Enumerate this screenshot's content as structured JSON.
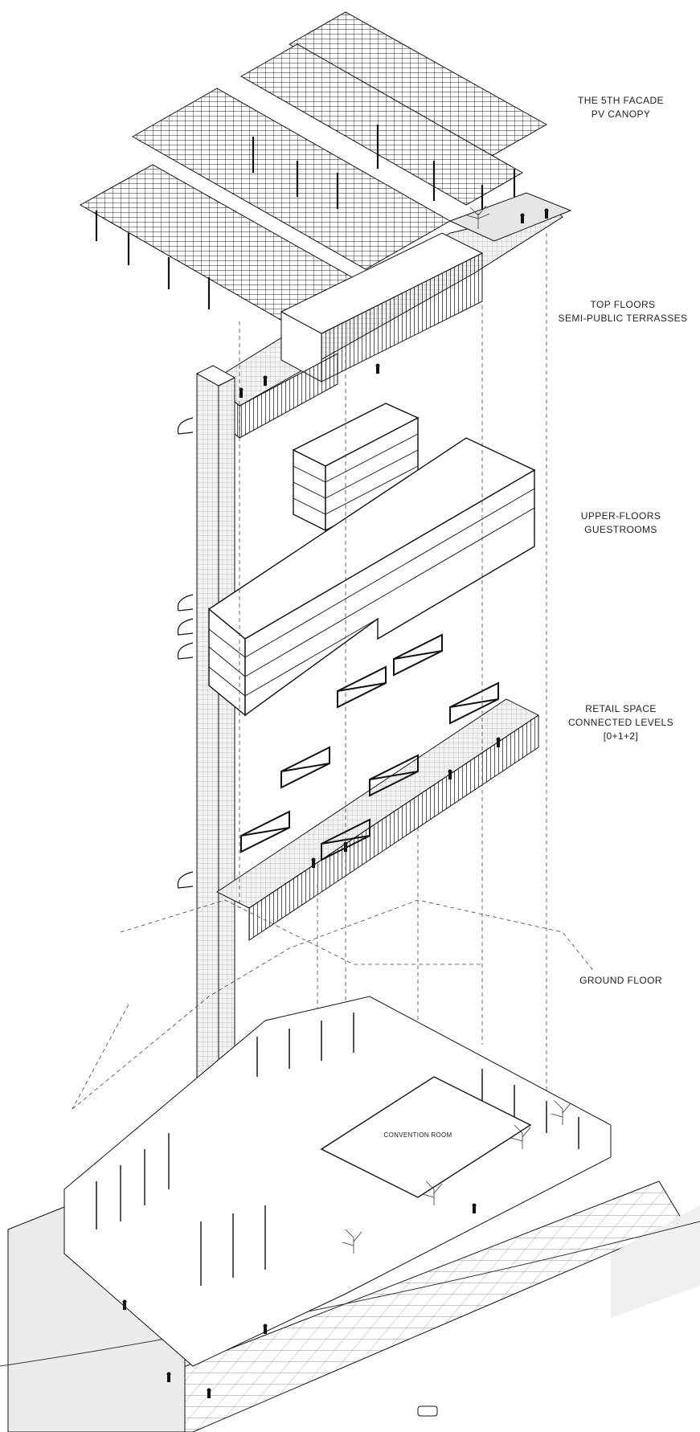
{
  "labels": {
    "canopy": [
      "THE 5TH FACADE",
      "PV CANOPY"
    ],
    "top_floors": [
      "TOP FLOORS",
      "SEMI-PUBLIC TERRASSES"
    ],
    "upper_floors": [
      "UPPER-FLOORS",
      "GUESTROOMS"
    ],
    "retail": [
      "RETAIL SPACE",
      "CONNECTED LEVELS",
      "[0+1+2]"
    ],
    "ground": [
      "GROUND FLOOR"
    ],
    "convention_room": "CONVENTION ROOM"
  }
}
